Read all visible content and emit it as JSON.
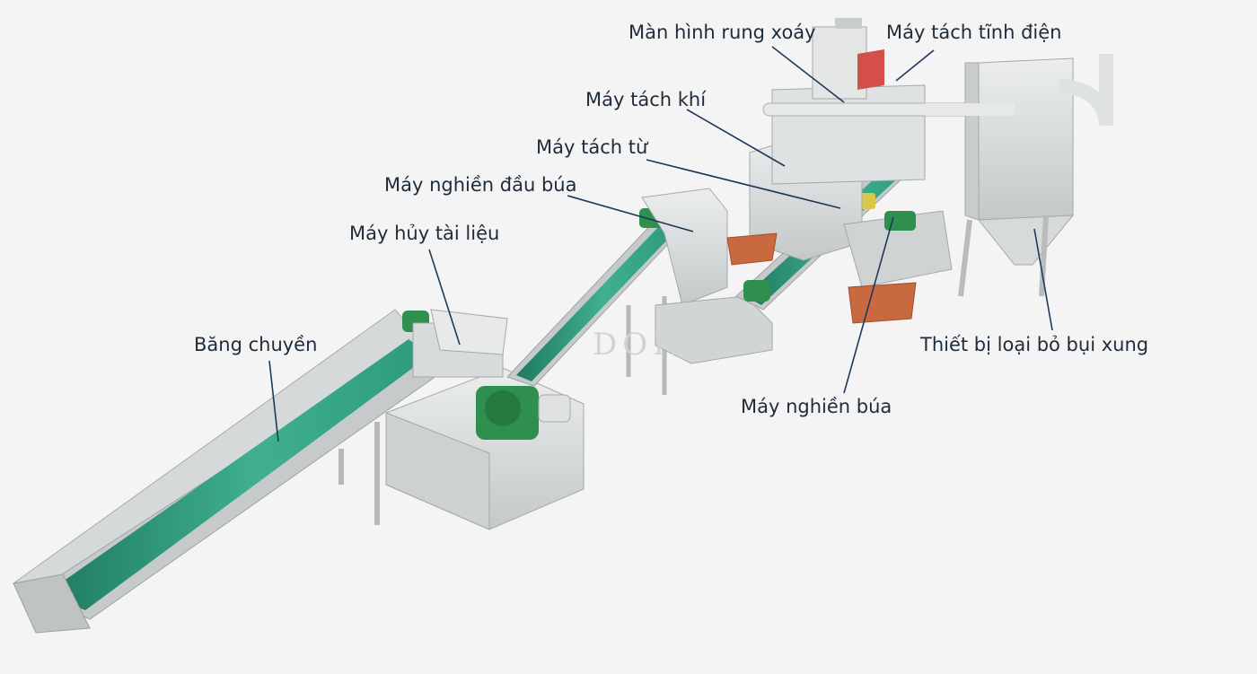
{
  "diagram": {
    "watermark": "DOING",
    "labels": {
      "conveyor": "Băng chuyền",
      "shredder": "Máy hủy tài liệu",
      "hammer_head_crusher": "Máy nghiền đầu búa",
      "magnetic_separator": "Máy tách từ",
      "air_separator": "Máy tách khí",
      "vortex_vibrating_screen": "Màn hình rung xoáy",
      "electrostatic_separator": "Máy tách tĩnh điện",
      "pulse_dust_remover": "Thiết bị loại bỏ bụi xung",
      "hammer_crusher": "Máy nghiền búa"
    },
    "colors": {
      "belt": "#2e9a7c",
      "belt_dark": "#1f7a5f",
      "motor": "#2f8f4e",
      "frame": "#d9dcdc",
      "frame_dark": "#aeb3b3",
      "bin": "#c9693f",
      "leader": "#1e3a5a",
      "text": "#1e2c3a"
    }
  }
}
